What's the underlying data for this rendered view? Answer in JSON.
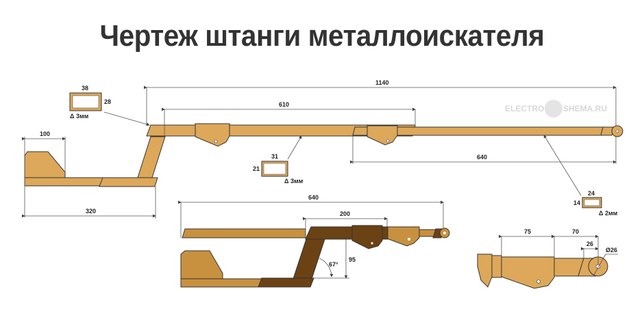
{
  "title": "Чертеж штанги металлоискателя",
  "watermark": {
    "left": "ELECTRO",
    "right": "SHEMA.RU"
  },
  "colors": {
    "bar": "#dda85a",
    "bar_alt": "#c8913f",
    "dark": "#6b4214",
    "title": "#333333"
  },
  "top_view": {
    "total_length": "1140",
    "upper_tube_length": "610",
    "lower_tube_length": "640",
    "foot_width": "100",
    "foot_length": "320",
    "profiles": [
      {
        "width": "38",
        "height": "28",
        "thickness": "Δ 3мм"
      },
      {
        "width": "31",
        "height": "21",
        "thickness": "Δ 3мм"
      },
      {
        "width": "24",
        "height": "14",
        "thickness": "Δ 2мм"
      }
    ]
  },
  "assembly_view": {
    "length": "640",
    "clamp_length": "200",
    "height": "95",
    "angle": "67°"
  },
  "detail_view": {
    "dim_a": "75",
    "dim_b": "70",
    "dim_c": "26",
    "diameter": "Ø26"
  }
}
